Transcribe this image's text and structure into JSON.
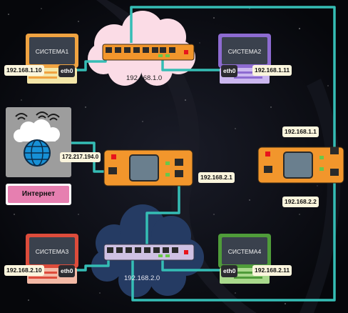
{
  "colors": {
    "background": "#06070b",
    "cable": "#35bdb5",
    "label_bg": "#fbf5dd",
    "router_orange": "#f2962c",
    "pc1": "#f0a341",
    "pc2": "#8d6bd1",
    "pc3": "#dd4c3b",
    "pc4": "#4f9c3a",
    "cloud_top": "#fbdce6",
    "cloud_bottom": "#253b63",
    "internet_pill": "#e67fb0"
  },
  "network_top": {
    "label": "192.168.1.0",
    "pc_left": {
      "title": "СИСТЕМА1",
      "ip": "192.168.1.10",
      "iface": "eth0"
    },
    "pc_right": {
      "title": "СИСТЕМА2",
      "ip": "192.168.1.11",
      "iface": "eth0"
    }
  },
  "network_bottom": {
    "label": "192.168.2.0",
    "pc_left": {
      "title": "СИСТЕМА3",
      "ip": "192.168.2.10",
      "iface": "eth0"
    },
    "pc_right": {
      "title": "СИСТЕМА4",
      "ip": "192.168.2.11",
      "iface": "eth0"
    }
  },
  "internet": {
    "label": "Интернет",
    "ip": "172.217.194.0",
    "icon": "cloud-globe-icon"
  },
  "router_center": {
    "ip": "192.168.2.1"
  },
  "router_right": {
    "ip_top": "192.168.1.1",
    "ip_bottom": "192.168.2.2"
  }
}
